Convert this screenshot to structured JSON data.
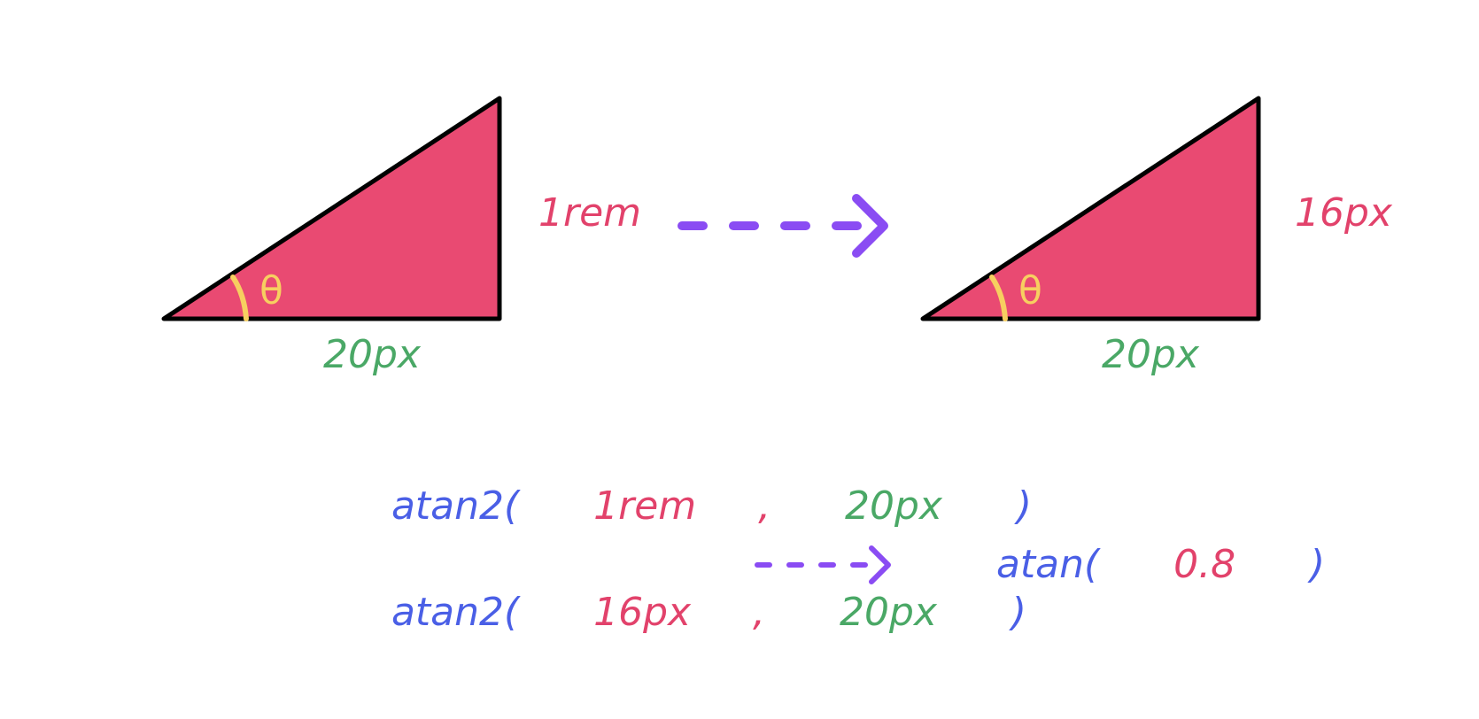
{
  "colors": {
    "triangle_fill": "#e94a72",
    "outline": "#000000",
    "angle": "#f7cf60",
    "red_text": "#e2426b",
    "green_text": "#4aa866",
    "blue_text": "#4a5fe6",
    "arrow": "#8a4cf3",
    "background": "#ffffff"
  },
  "left_triangle": {
    "angle_label": "θ",
    "base_label": "20px",
    "height_label": "1rem"
  },
  "right_triangle": {
    "angle_label": "θ",
    "base_label": "20px",
    "height_label": "16px"
  },
  "formula_1": {
    "fn": "atan2(",
    "arg1": "1rem",
    "sep": ",",
    "arg2": "20px",
    "close": ")"
  },
  "formula_2": {
    "fn": "atan2(",
    "arg1": "16px",
    "sep": ",",
    "arg2": "20px",
    "close": ")"
  },
  "result": {
    "fn": "atan(",
    "arg": "0.8",
    "close": ")"
  }
}
